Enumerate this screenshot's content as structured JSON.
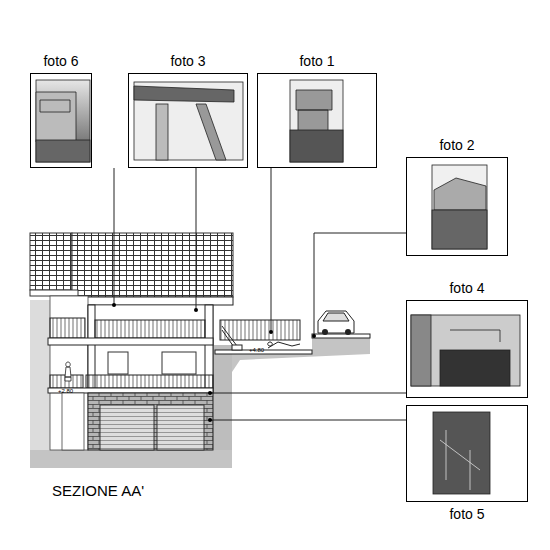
{
  "diagram": {
    "title": "SEZIONE AA'",
    "nodes": [
      {
        "text": [
          "foto 6"
        ]
      },
      {
        "text": [
          "foto 3"
        ]
      },
      {
        "text": [
          "foto 1"
        ]
      },
      {
        "text": [
          "foto 2"
        ]
      },
      {
        "text": [
          "foto 4"
        ]
      },
      {
        "text": [
          "foto 5"
        ]
      }
    ],
    "labels": [
      "+4.80",
      "+2.80"
    ]
  }
}
